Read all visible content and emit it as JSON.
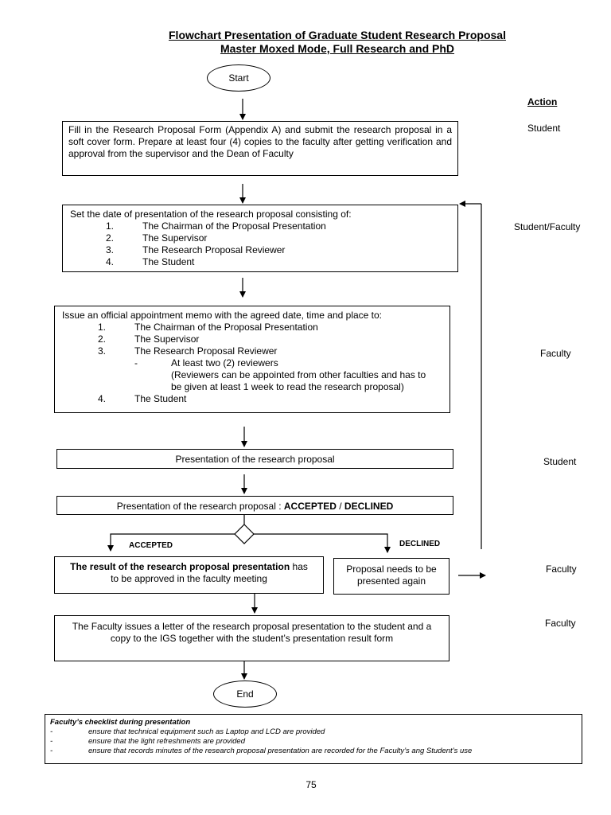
{
  "title": {
    "line1": "Flowchart Presentation of Graduate Student Research Proposal",
    "line2": "Master Moxed Mode, Full Research and PhD"
  },
  "nodes": {
    "start": "Start",
    "end": "End",
    "step1": "Fill in the Research Proposal Form (Appendix A) and submit the research proposal in a soft cover form. Prepare at least four (4) copies to the faculty after getting verification and approval from the supervisor and the Dean of Faculty",
    "step2": {
      "intro": "Set the date of presentation of the research proposal consisting of:",
      "items": [
        {
          "num": "1.",
          "text": "The Chairman of the Proposal Presentation"
        },
        {
          "num": "2.",
          "text": "The Supervisor"
        },
        {
          "num": "3.",
          "text": "The Research Proposal Reviewer"
        },
        {
          "num": "4.",
          "text": "The Student"
        }
      ]
    },
    "step3": {
      "intro": "Issue an official appointment memo with the agreed date, time and place to:",
      "items": [
        {
          "num": "1.",
          "text": "The Chairman of the Proposal Presentation"
        },
        {
          "num": "2.",
          "text": "The Supervisor"
        },
        {
          "num": "3.",
          "text": "The Research Proposal Reviewer"
        }
      ],
      "sub_dash": "-",
      "sub_line1": "At least two (2) reviewers",
      "sub_line2": "(Reviewers can be appointed from other faculties and has to",
      "sub_line3": "be given at least 1 week to read the research proposal)",
      "item4_num": "4.",
      "item4_text": "The Student"
    },
    "step4": "Presentation of the research proposal",
    "step5": {
      "prefix": "Presentation of the research proposal :",
      "accepted": "ACCEPTED",
      "slash": "/",
      "declined": "DECLINED"
    },
    "branch_accepted_label": "ACCEPTED",
    "branch_declined_label": "DECLINED",
    "accepted_box": {
      "bold": "The result of the research proposal presentation",
      "rest1": "has",
      "rest2": "to be approved in the faculty meeting"
    },
    "declined_box": {
      "line1": "Proposal needs to be",
      "line2": "presented again"
    },
    "step7": {
      "line1": "The Faculty issues a letter of the research proposal presentation to the student and a",
      "line2": "copy to the IGS together with the student’s presentation result form"
    }
  },
  "actions": {
    "header": "Action",
    "a1": "Student",
    "a2": "Student/Faculty",
    "a3": "Faculty",
    "a4": "Student",
    "a5": "Faculty",
    "a6": "Faculty"
  },
  "checklist": {
    "title": "Faculty’s checklist during presentation",
    "items": [
      {
        "dash": "-",
        "text": "ensure that technical equipment such as Laptop and LCD are provided"
      },
      {
        "dash": "-",
        "text": "ensure that the light refreshments are provided"
      },
      {
        "dash": "-",
        "text": "ensure that records minutes of the  research proposal presentation are recorded for the Faculty’s ang Student’s use"
      }
    ]
  },
  "page_number": "75"
}
